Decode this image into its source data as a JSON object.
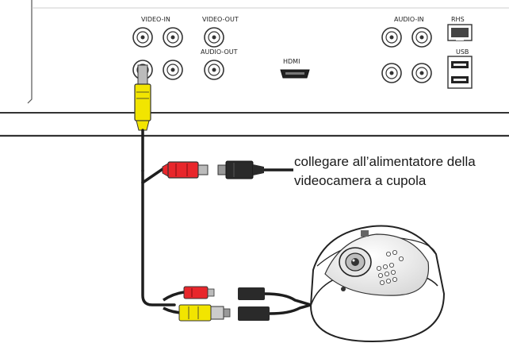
{
  "panel": {
    "video_in": "VIDEO-IN",
    "video_out": "VIDEO-OUT",
    "audio_out": "AUDIO-OUT",
    "hdmi": "HDMI",
    "audio_in": "AUDIO-IN",
    "rs485": "RHS",
    "usb": "USB"
  },
  "caption": {
    "line1": "collegare all’alimentatore della",
    "line2": "videocamera a cupola"
  },
  "colors": {
    "video_plug": "#f2e500",
    "power_plug": "#e8262b",
    "cable": "#1e1e1e",
    "plug_black": "#2a2a2a"
  }
}
